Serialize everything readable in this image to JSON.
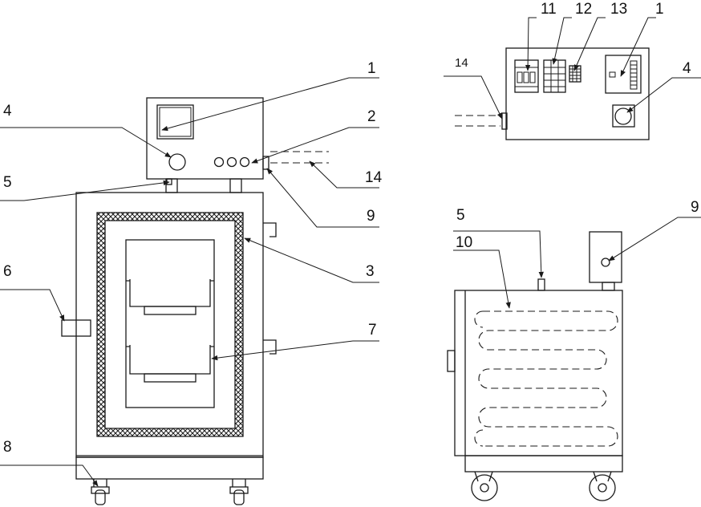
{
  "labels": {
    "front": {
      "n1": "1",
      "n2": "2",
      "n3": "3",
      "n4": "4",
      "n5": "5",
      "n6": "6",
      "n7": "7",
      "n8": "8",
      "n9": "9",
      "n14": "14"
    },
    "panel": {
      "n11": "11",
      "n12": "12",
      "n13": "13",
      "n1": "1",
      "n4": "4",
      "n14": "14"
    },
    "side": {
      "n5": "5",
      "n9": "9",
      "n10": "10"
    }
  },
  "colors": {
    "line": "#1a1a1a",
    "background": "#ffffff"
  }
}
